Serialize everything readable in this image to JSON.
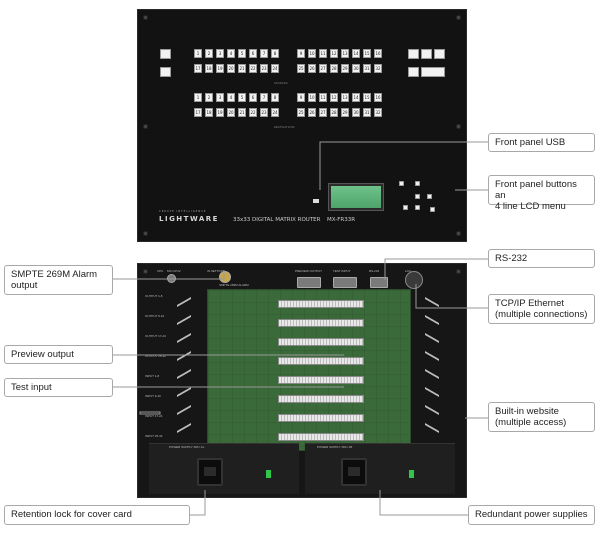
{
  "front_panel": {
    "brand_small": "CREATE INTELLIGENCE",
    "brand": "LIGHTWARE",
    "model_text": "33x33 DIGITAL MATRIX ROUTER",
    "model_code": "MX-FR33R",
    "button_rows": [
      [
        "1",
        "2",
        "3",
        "4",
        "5",
        "6",
        "7",
        "8"
      ],
      [
        "17",
        "18",
        "19",
        "20",
        "21",
        "22",
        "23",
        "24"
      ],
      [
        "9",
        "10",
        "11",
        "12",
        "13",
        "14",
        "15",
        "16"
      ],
      [
        "25",
        "26",
        "27",
        "28",
        "29",
        "30",
        "31",
        "32"
      ]
    ],
    "section_labels": {
      "sources": "SOURCES",
      "destinations": "DESTINATIONS"
    }
  },
  "rear_panel": {
    "top_labels": [
      "CPU",
      "MX-CPU2",
      "IN SETTING",
      "SMPTE 269M ALARM",
      "PREVIEW OUTPUT",
      "TEST INPUT",
      "RS-232",
      "LAN"
    ],
    "left_labels": [
      "OUTPUT 1-8",
      "OUTPUT 9-16",
      "OUTPUT 17-24",
      "OUTPUT 25-32",
      "INPUT 1-8",
      "INPUT 9-16",
      "INPUT 17-24",
      "INPUT 25-32"
    ],
    "psu_labels": [
      "POWER SUPPLY FRU 1A",
      "POWER SUPPLY FRU 1B"
    ]
  },
  "callouts": {
    "front_usb": "Front panel USB",
    "front_buttons": "Front panel buttons an\n4 line LCD menu",
    "smpte": "SMPTE 269M Alarm\noutput",
    "rs232": "RS-232",
    "tcpip": "TCP/IP Ethernet\n(multiple connections)",
    "preview": "Preview output",
    "test_input": "Test input",
    "website": "Built-in website\n(multiple access)",
    "retention": "Retention lock for cover card",
    "power": "Redundant power supplies"
  }
}
